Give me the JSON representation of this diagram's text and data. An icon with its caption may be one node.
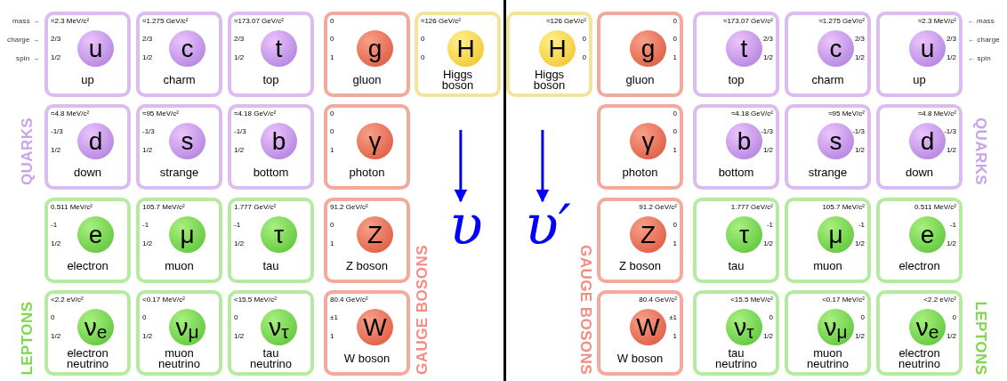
{
  "diagram": {
    "nodes": [
      {
        "text": [
          "≈2.3 MeV/c²",
          "2/3",
          "1/2",
          "u",
          "up"
        ]
      },
      {
        "text": [
          "≈1.275 GeV/c²",
          "2/3",
          "1/2",
          "c",
          "charm"
        ]
      },
      {
        "text": [
          "≈173.07 GeV/c²",
          "2/3",
          "1/2",
          "t",
          "top"
        ]
      },
      {
        "text": [
          "0",
          "0",
          "1",
          "g",
          "gluon"
        ]
      },
      {
        "text": [
          "≈126 GeV/c²",
          "0",
          "0",
          "H",
          "Higgs boson"
        ]
      },
      {
        "text": [
          "≈4.8 MeV/c²",
          "-1/3",
          "1/2",
          "d",
          "down"
        ]
      },
      {
        "text": [
          "≈95 MeV/c²",
          "-1/3",
          "1/2",
          "s",
          "strange"
        ]
      },
      {
        "text": [
          "≈4.18 GeV/c²",
          "-1/3",
          "1/2",
          "b",
          "bottom"
        ]
      },
      {
        "text": [
          "0",
          "0",
          "1",
          "γ",
          "photon"
        ]
      },
      {
        "text": [
          "0.511 MeV/c²",
          "-1",
          "1/2",
          "e",
          "electron"
        ]
      },
      {
        "text": [
          "105.7 MeV/c²",
          "-1",
          "1/2",
          "μ",
          "muon"
        ]
      },
      {
        "text": [
          "1.777 GeV/c²",
          "-1",
          "1/2",
          "τ",
          "tau"
        ]
      },
      {
        "text": [
          "91.2 GeV/c²",
          "0",
          "1",
          "Z",
          "Z boson"
        ]
      },
      {
        "text": [
          "<2.2 eV/c²",
          "0",
          "1/2",
          "ν$_{e}$",
          "electron neutrino"
        ]
      },
      {
        "text": [
          "<0.17 MeV/c²",
          "0",
          "1/2",
          "ν$_{μ}$",
          "muon neutrino"
        ]
      },
      {
        "text": [
          "<15.5 MeV/c²",
          "0",
          "1/2",
          "ν$_{τ}$",
          "tau neutrino"
        ]
      },
      {
        "text": [
          "80.4 GeV/c²",
          "±1",
          "1",
          "W",
          "W boson"
        ]
      },
      {
        "text": [
          "υ"
        ]
      },
      {
        "text": [
          "≈2.3 MeV/c²",
          "2/3",
          "1/2",
          "u",
          "up"
        ]
      },
      {
        "text": [
          "≈1.275 GeV/c²",
          "2/3",
          "1/2",
          "c",
          "charm"
        ]
      },
      {
        "text": [
          "≈173.07 GeV/c²",
          "2/3",
          "1/2",
          "t",
          "top"
        ]
      },
      {
        "text": [
          "0",
          "0",
          "1",
          "g",
          "gluon"
        ]
      },
      {
        "text": [
          "≈126 GeV/c²",
          "0",
          "0",
          "H",
          "Higgs boson"
        ]
      },
      {
        "text": [
          "≈4.8 MeV/c²",
          "-1/3",
          "1/2",
          "d",
          "down"
        ]
      },
      {
        "text": [
          "≈95 MeV/c²",
          "-1/3",
          "1/2",
          "s",
          "strange"
        ]
      },
      {
        "text": [
          "≈4.18 GeV/c²",
          "-1/3",
          "1/2",
          "b",
          "bottom"
        ]
      },
      {
        "text": [
          "0",
          "0",
          "1",
          "γ",
          "photon"
        ]
      },
      {
        "text": [
          "0.511 MeV/c²",
          "-1",
          "1/2",
          "e",
          "electron"
        ]
      },
      {
        "text": [
          "105.7 MeV/c²",
          "-1",
          "1/2",
          "μ",
          "muon"
        ]
      },
      {
        "text": [
          "1.777 GeV/c²",
          "-1",
          "1/2",
          "τ",
          "tau"
        ]
      },
      {
        "text": [
          "91.2 GeV/c²",
          "0",
          "1",
          "Z",
          "Z boson"
        ]
      },
      {
        "text": [
          "<2.2 eV/c²",
          "0",
          "1/2",
          "ν$_{e}$",
          "electron neutrino"
        ]
      },
      {
        "text": [
          "<0.17 MeV/c²",
          "0",
          "1/2",
          "ν$_{μ}$",
          "muon neutrino"
        ]
      },
      {
        "text": [
          "<15.5 MeV/c²",
          "0",
          "1/2",
          "ν$_{τ}$",
          "tau neutrino"
        ]
      },
      {
        "text": [
          "80.4 GeV/c²",
          "±1",
          "1",
          "W",
          "W boson"
        ]
      },
      {
        "text": [
          "υ′"
        ]
      }
    ],
    "edges": [
      {
        "from": null,
        "to": 17,
        "arrow": "to"
      },
      {
        "from": null,
        "to": 35,
        "arrow": "to"
      }
    ],
    "labels": [
      "mass →",
      "charge →",
      "spin →",
      "QUARKS",
      "LEPTONS",
      "GAUGE BOSONS",
      "← mass",
      "← charge",
      "← spin",
      "QUARKS",
      "LEPTONS",
      "GAUGE BOSONS"
    ]
  }
}
